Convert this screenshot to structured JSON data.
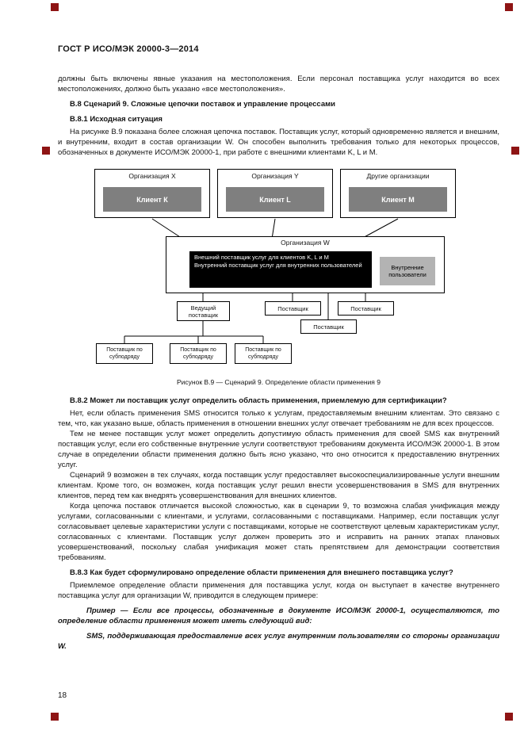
{
  "page": {
    "header": "ГОСТ Р ИСО/МЭК 20000-3—2014",
    "page_number": "18"
  },
  "body": {
    "p_intro": "должны быть включены явные указания на местоположения. Если персонал поставщика услуг находится во всех местоположениях, должно быть указано «все местоположения».",
    "h_b8": "В.8  Сценарий 9.  Сложные цепочки поставок и управление процессами",
    "h_b81": "В.8.1  Исходная ситуация",
    "p_b81": "На рисунке В.9 показана более сложная цепочка поставок. Поставщик услуг, который одновременно является и внешним, и внутренним, входит в состав организации W. Он способен выполнить требования только для некоторых процессов, обозначенных в документе ИСО/МЭК 20000-1, при работе с внешними клиентами K, L и М.",
    "h_b82": "В.8.2  Может ли поставщик услуг определить область применения, приемлемую для сертификации?",
    "p_b82_1": "Нет, если область применения SMS относится только к услугам, предоставляемым внешним клиентам. Это связано с тем, что, как указано выше, область применения в отношении внешних услуг отвечает требованиям не для всех процессов.",
    "p_b82_2": "Тем не менее поставщик услуг может определить допустимую область применения для своей SMS как внутренний поставщик услуг, если его собственные внутренние услуги соответствуют требованиям документа ИСО/МЭК 20000-1. В этом случае в определении области применения должно быть ясно указано, что оно относится к предоставлению внутренних услуг.",
    "p_b82_3": "Сценарий 9 возможен в тех случаях, когда поставщик услуг предоставляет высокоспециализированные услуги внешним клиентам. Кроме того, он возможен, когда поставщик услуг решил внести усовершенствования в SMS для внутренних клиентов, перед тем как внедрять усовершенствования для внешних клиентов.",
    "p_b82_4": "Когда цепочка поставок отличается высокой сложностью, как в сценарии 9, то возможна слабая унификация между услугами, согласованными с клиентами, и услугами, согласованными с поставщиками. Например, если поставщик услуг согласовывает целевые характеристики услуги с поставщиками, которые не соответствуют целевым характеристикам услуг, согласованных с клиентами. Поставщик услуг должен проверить это и исправить на ранних этапах плановых усовершенствований, поскольку слабая унификация может стать препятствием для демонстрации соответствия требованиям.",
    "h_b83": "В.8.3  Как будет сформулировано определение области применения для внешнего поставщика услуг?",
    "p_b83_1": "Приемлемое определение области применения для поставщика услуг, когда он выступает в качестве внутреннего поставщика услуг для организации W, приводится в следующем примере:",
    "example_1": "Пример — Если все процессы, обозначенные в документе ИСО/МЭК 20000-1, осуществляются, то определение области применения может иметь следующий вид:",
    "example_2": "SMS, поддерживающая предоставление всех услуг внутренним пользователям со стороны организации W."
  },
  "figure": {
    "caption": "Рисунок В.9 — Сценарий 9. Определение области применения 9",
    "org_x_title": "Организация X",
    "org_x_client": "Клиент К",
    "org_y_title": "Организация Y",
    "org_y_client": "Клиент L",
    "org_other_title": "Другие организации",
    "org_other_client": "Клиент М",
    "org_w_title": "Организация W",
    "provider_line1": "Внешний поставщик услуг для клиентов K, L и М",
    "provider_line2": "Внутренний поставщик услуг для внутренних пользователей",
    "internal_users": "Внутренние пользователи",
    "lead_supplier": "Ведущий поставщик",
    "supplier": "Поставщик",
    "subcontractor": "Поставщик по субподряду"
  },
  "colors": {
    "registration_mark": "#8e1414",
    "client_box_bg": "#7f7f7f",
    "provider_box_bg": "#000000",
    "provider_box_text": "#ffffff",
    "internal_users_bg": "#b3b3b3"
  }
}
